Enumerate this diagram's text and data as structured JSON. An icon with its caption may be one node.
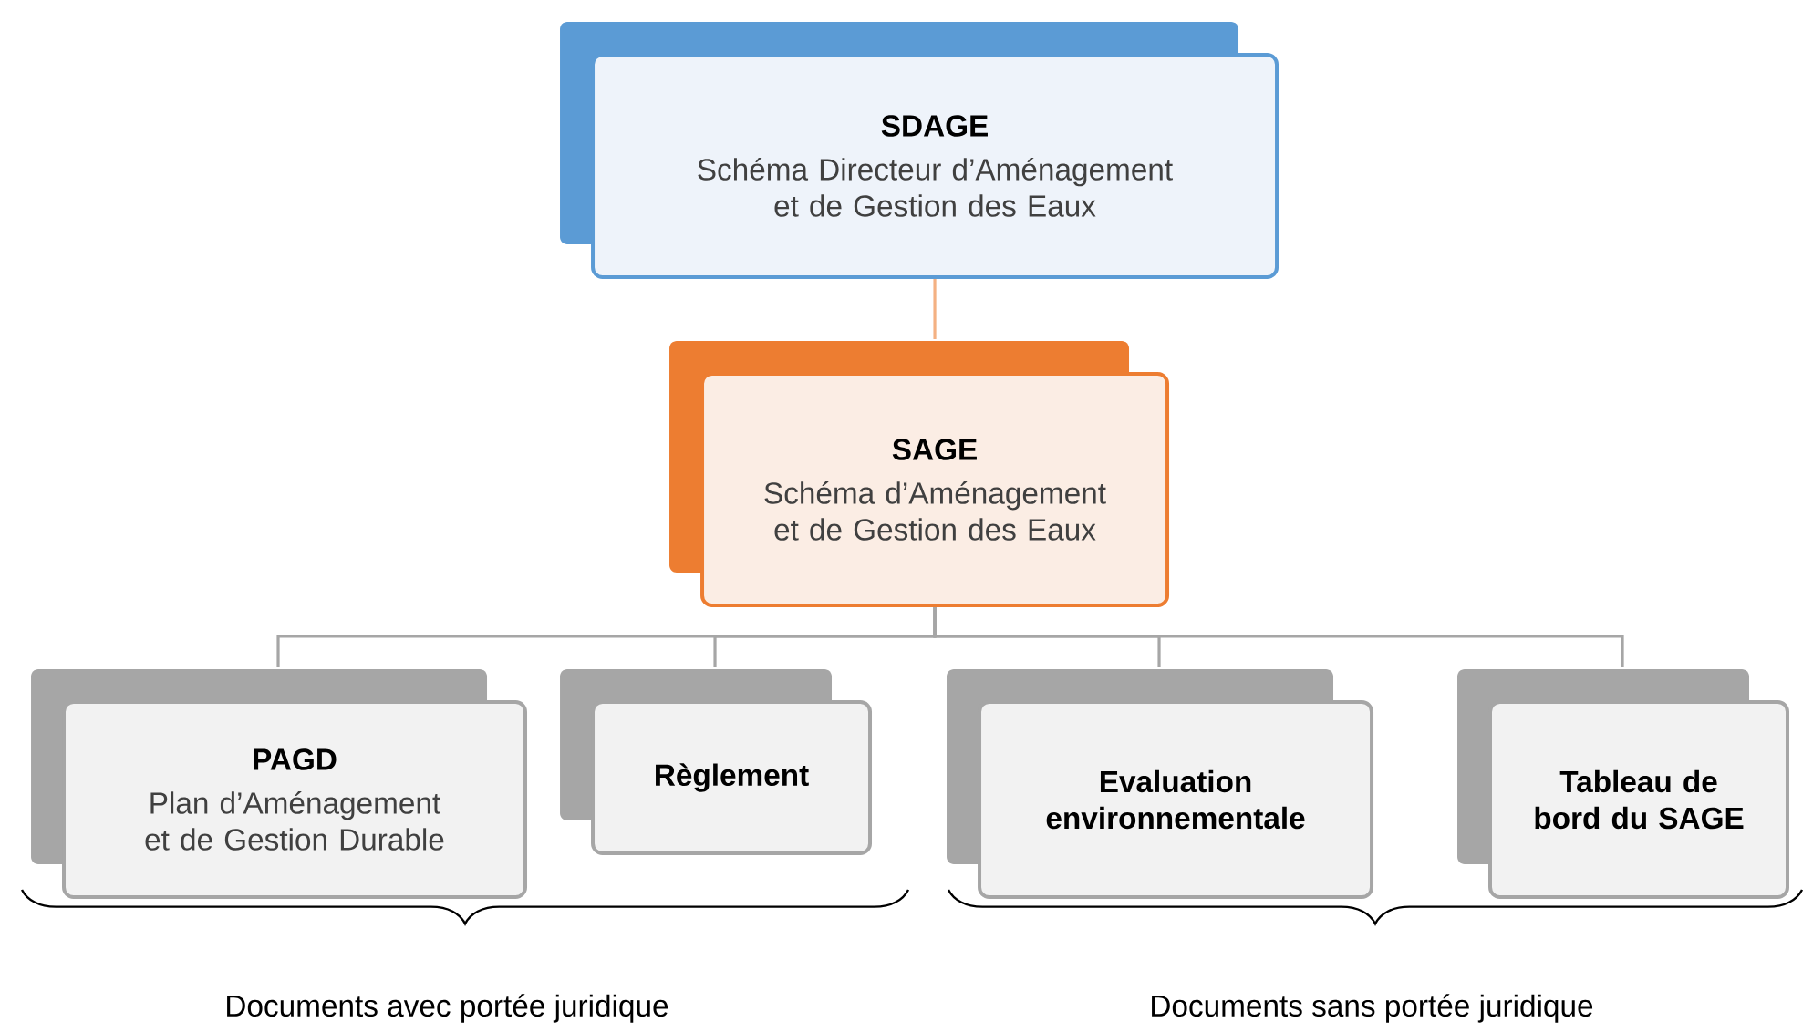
{
  "diagram": {
    "nodes": [
      {
        "text": [
          "SDAGE",
          "Schéma Directeur d’Aménagement et de Gestion des Eaux"
        ]
      },
      {
        "text": [
          "SAGE",
          "Schéma d’Aménagement et de Gestion des Eaux"
        ]
      },
      {
        "text": [
          "PAGD",
          "Plan d’Aménagement et de Gestion Durable"
        ]
      },
      {
        "text": [
          "Règlement"
        ]
      },
      {
        "text": [
          "Evaluation environnementale"
        ]
      },
      {
        "text": [
          "Tableau de bord du SAGE"
        ]
      }
    ],
    "edges": [
      {
        "from": 0,
        "to": 1,
        "arrow": "none",
        "color": "#f4b183"
      },
      {
        "from": 1,
        "to": 2,
        "arrow": "none"
      },
      {
        "from": 1,
        "to": 3,
        "arrow": "none"
      },
      {
        "from": 1,
        "to": 4,
        "arrow": "none"
      },
      {
        "from": 1,
        "to": 5,
        "arrow": "none"
      }
    ],
    "labels": [
      "Documents avec portée juridique",
      "Documents sans portée juridique"
    ]
  }
}
